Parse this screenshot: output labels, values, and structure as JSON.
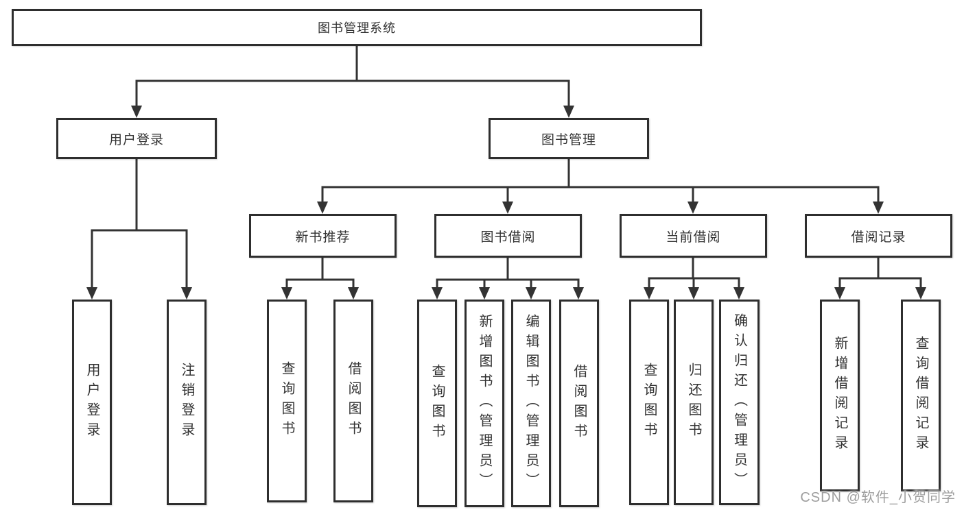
{
  "tree": {
    "root": {
      "label": "图书管理系统"
    },
    "branches": [
      {
        "label": "用户登录",
        "children": [
          {
            "label": "用户登录"
          },
          {
            "label": "注销登录"
          }
        ]
      },
      {
        "label": "图书管理",
        "children": [
          {
            "label": "新书推荐",
            "children": [
              {
                "label": "查询图书"
              },
              {
                "label": "借阅图书"
              }
            ]
          },
          {
            "label": "图书借阅",
            "children": [
              {
                "label": "查询图书"
              },
              {
                "label": "新增图书（管理员）"
              },
              {
                "label": "编辑图书（管理员）"
              },
              {
                "label": "借阅图书"
              }
            ]
          },
          {
            "label": "当前借阅",
            "children": [
              {
                "label": "查询图书"
              },
              {
                "label": "归还图书"
              },
              {
                "label": "确认归还（管理员）"
              }
            ]
          },
          {
            "label": "借阅记录",
            "children": [
              {
                "label": "新增借阅记录"
              },
              {
                "label": "查询借阅记录"
              }
            ]
          }
        ]
      }
    ]
  },
  "watermark": {
    "text": "CSDN @软件_小贺同学"
  },
  "colors": {
    "border": "#2e2e2e",
    "line": "#333333",
    "text": "#333333",
    "background": "#ffffff",
    "watermark": "#9e9e9e"
  }
}
